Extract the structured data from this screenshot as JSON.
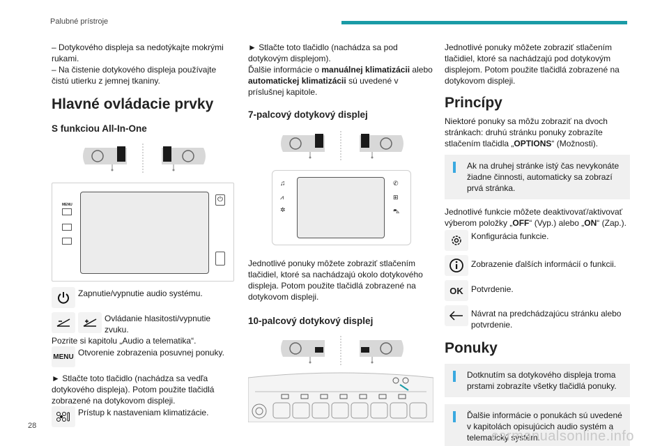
{
  "header": {
    "title": "Palubné prístroje"
  },
  "footer": {
    "page_number": "28"
  },
  "watermark": "carmanualsonline.info",
  "col1": {
    "intro_line1": "– Dotykového displeja sa nedotýkajte mokrými rukami.",
    "intro_line2": "– Na čistenie dotykového displeja používajte čistú utierku z jemnej tkaniny.",
    "heading_main": "Hlavné ovládacie prvky",
    "subheading": "S funkciou All-In-One",
    "item_power": "Zapnutie/vypnutie audio systému.",
    "item_volume": "Ovládanie hlasitosti/vypnutie zvuku.",
    "item_volume_note": "Pozrite si kapitolu „Audio a telematika“.",
    "item_menu": "Otvorenie zobrazenia posuvnej ponuky.",
    "item_menu_icon_label": "MENU",
    "press_instruction": "► Stlačte toto tlačidlo (nachádza sa vedľa dotykového displeja). Potom použite tlačidlá zobrazené na dotykovom displeji.",
    "item_climate": "Prístup k nastaveniam klimatizácie.",
    "screen_menu_label": "MENU"
  },
  "col2": {
    "press_text": "► Stlačte toto tlačidlo (nachádza sa pod dotykovým displejom).",
    "more_info_prefix": "Ďalšie informácie o ",
    "more_info_bold1": "manuálnej klimatizácii",
    "more_info_mid": " alebo ",
    "more_info_bold2": "automatickej klimatizácii",
    "more_info_suffix": " sú uvedené v príslušnej kapitole.",
    "heading_7": "7-palcový dotykový displej",
    "text_7": "Jednotlivé ponuky môžete zobraziť stlačením tlačidiel, ktoré sa nachádzajú okolo dotykového displeja. Potom použite tlačidlá zobrazené na dotykovom displeji.",
    "heading_10": "10-palcový dotykový displej"
  },
  "col3": {
    "intro": "Jednotlivé ponuky môžete zobraziť stlačením tlačidiel, ktoré sa nachádzajú pod dotykovým displejom. Potom použite tlačidlá zobrazené na dotykovom displeji.",
    "heading_principles": "Princípy",
    "principles_prefix": "Niektoré ponuky sa môžu zobraziť na dvoch stránkach: druhú stránku ponuky zobrazíte stlačením tlačidla „",
    "principles_bold": "OPTIONS",
    "principles_suffix": "“ (Možnosti).",
    "note1": "Ak na druhej stránke istý čas nevykonáte žiadne činnosti, automaticky sa zobrazí prvá stránka.",
    "toggle_prefix": "Jednotlivé funkcie môžete deaktivovať/aktivovať výberom položky „",
    "toggle_off": "OFF",
    "toggle_mid": "“ (Vyp.) alebo „",
    "toggle_on": "ON",
    "toggle_suffix": "“ (Zap.).",
    "item_config": "Konfigurácia funkcie.",
    "item_info": "Zobrazenie ďalších informácií o funkcii.",
    "item_ok": "Potvrdenie.",
    "item_ok_label": "OK",
    "item_back": "Návrat na predchádzajúcu stránku alebo potvrdenie.",
    "heading_menus": "Ponuky",
    "note2": "Dotknutím sa dotykového displeja troma prstami zobrazíte všetky tlačidlá ponuky.",
    "note3": "Ďalšie informácie o ponukách sú uvedené v kapitolách opisujúcich audio systém a telematický systém."
  },
  "colors": {
    "accent": "#1a9ba6",
    "note_bar": "#3aa9e0",
    "note_bg": "#f0f0f0"
  }
}
